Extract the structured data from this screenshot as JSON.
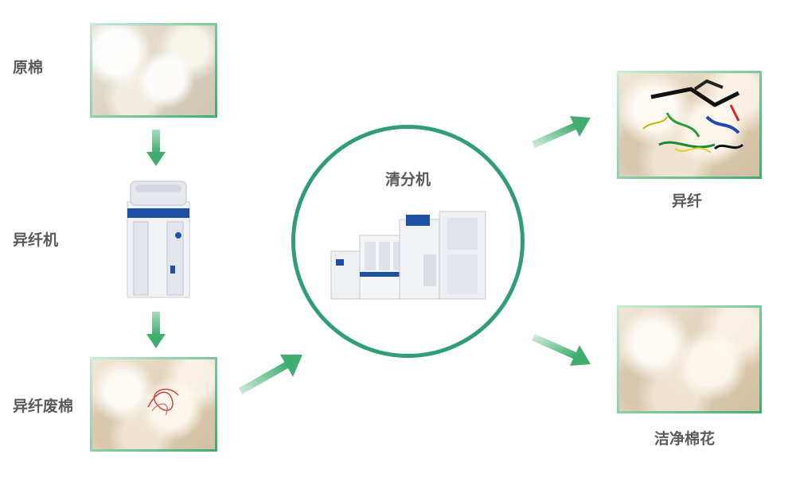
{
  "labels": {
    "raw_cotton": "原棉",
    "foreign_fiber_machine": "异纤机",
    "waste_cotton": "异纤废棉",
    "sorter": "清分机",
    "foreign_fiber": "异纤",
    "clean_cotton": "洁净棉花"
  },
  "colors": {
    "accent_green": "#2f9e74",
    "arrow_green": "#3fae6e",
    "label_gray": "#5a5a5a"
  },
  "icons": [
    "arrow-down-icon",
    "arrow-right-icon",
    "raw-cotton-photo",
    "waste-cotton-photo",
    "foreign-fiber-photo",
    "clean-cotton-photo",
    "foreign-fiber-machine-image",
    "sorter-machine-image"
  ]
}
